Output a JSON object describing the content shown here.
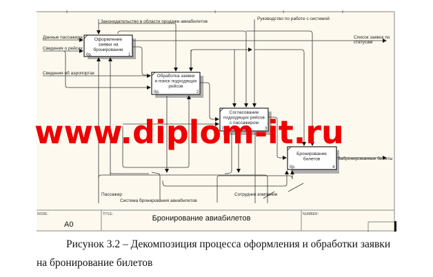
{
  "diagram": {
    "boxes": [
      {
        "id": 1,
        "label_lines": [
          "Оформление",
          "заявки на",
          "бронирование"
        ],
        "cost": "0р.",
        "number": "1"
      },
      {
        "id": 2,
        "label_lines": [
          "Обработка заявки",
          "и поиск подходящих",
          "рейсов"
        ],
        "cost": "0р.",
        "number": "2"
      },
      {
        "id": 3,
        "label_lines": [
          "Согласование",
          "подходящих рейсов",
          "с пассажиром"
        ],
        "cost": "0р.",
        "number": "3"
      },
      {
        "id": 4,
        "label_lines": [
          "Бронирование",
          "билетов"
        ],
        "cost": "0р.",
        "number": "4"
      }
    ],
    "inputs": [
      "Данные пассажира",
      "Сведения о рейсах",
      "Сведения об аэропортах"
    ],
    "controls": [
      "Законодательство в области продажи авиабилетов",
      "Руководство по работе с системой"
    ],
    "outputs": [
      "Список заявок по статусам",
      "Забронированные билеты"
    ],
    "mechanisms": [
      "Пассажир",
      "Система бронирования авиабилетов",
      "Сотрудник компании"
    ],
    "footer": {
      "node_header": "NODE:",
      "node_value": "A0",
      "title_header": "TITLE:",
      "title_value": "Бронирование  авиабилетов",
      "number_header": "NUMBER:"
    },
    "watermark": "www.diplom-it.ru"
  },
  "caption": {
    "line1": "Рисунок 3.2  – Декомпозиция процесса оформления и обработки заявки",
    "line2": "на бронирование билетов"
  },
  "colors": {
    "canvas": "#fdf9ee",
    "watermark": "#ee0000"
  }
}
